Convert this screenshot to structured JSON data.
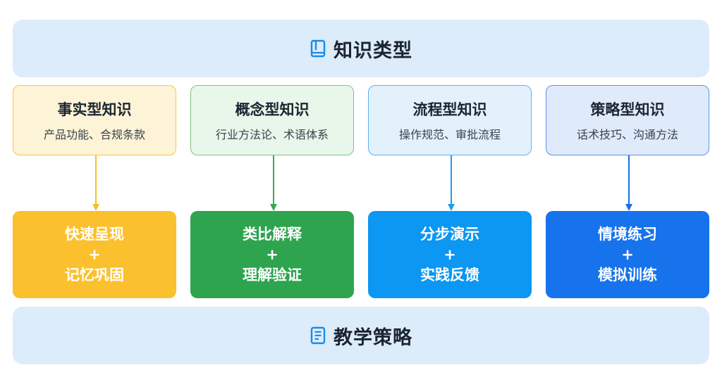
{
  "header": {
    "title": "知识类型",
    "icon": "book-icon"
  },
  "footer": {
    "title": "教学策略",
    "icon": "document-list-icon"
  },
  "columns": [
    {
      "knowledge_title": "事实型知识",
      "knowledge_examples": "产品功能、合规条款",
      "strategy_line1": "快速呈现",
      "strategy_plus": "+",
      "strategy_line2": "记忆巩固",
      "card_bg": "#fdf3d6",
      "card_border": "#f5c842",
      "strategy_bg": "#fbc02d",
      "arrow_color": "#f6c02a"
    },
    {
      "knowledge_title": "概念型知识",
      "knowledge_examples": "行业方法论、术语体系",
      "strategy_line1": "类比解释",
      "strategy_plus": "+",
      "strategy_line2": "理解验证",
      "card_bg": "#e9f6ea",
      "card_border": "#7dc687",
      "strategy_bg": "#2ea44f",
      "arrow_color": "#34a853"
    },
    {
      "knowledge_title": "流程型知识",
      "knowledge_examples": "操作规范、审批流程",
      "strategy_line1": "分步演示",
      "strategy_plus": "+",
      "strategy_line2": "实践反馈",
      "card_bg": "#e3f1fd",
      "card_border": "#5fb2f1",
      "strategy_bg": "#0b97f2",
      "arrow_color": "#1e9ef0"
    },
    {
      "knowledge_title": "策略型知识",
      "knowledge_examples": "话术技巧、沟通方法",
      "strategy_line1": "情境练习",
      "strategy_plus": "+",
      "strategy_line2": "模拟训练",
      "card_bg": "#dfeafb",
      "card_border": "#5e93ea",
      "strategy_bg": "#1673ec",
      "arrow_color": "#1a6fe0"
    }
  ]
}
